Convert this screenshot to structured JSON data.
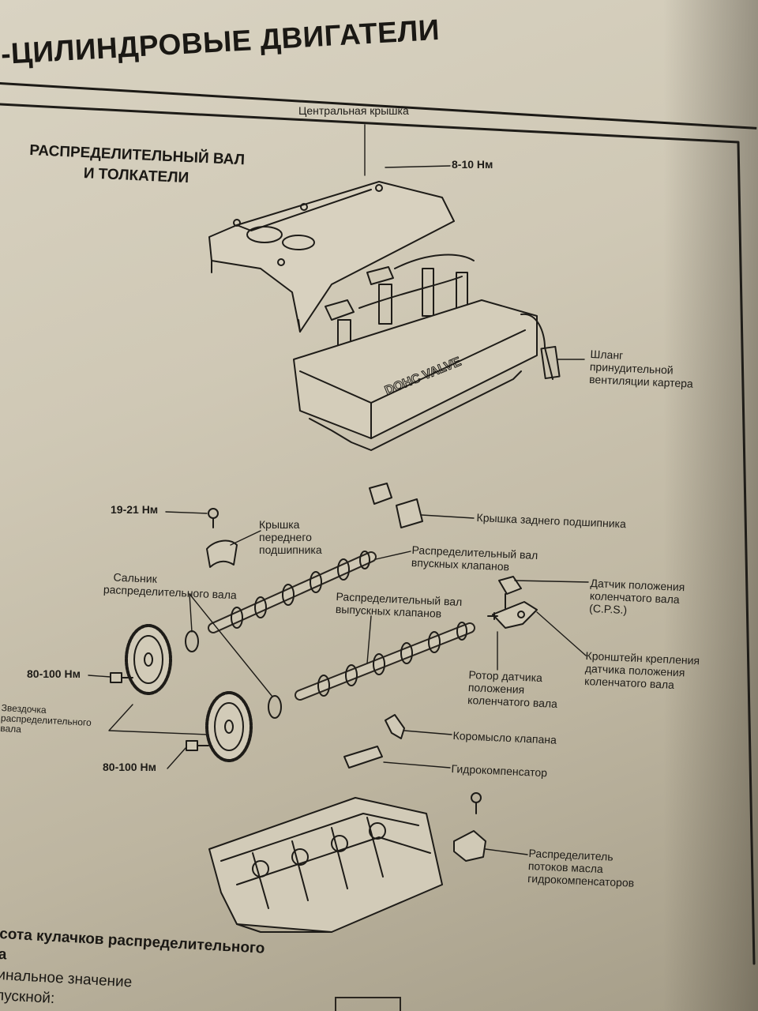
{
  "header": {
    "title": "-ЦИЛИНДРОВЫЕ ДВИГАТЕЛИ"
  },
  "section": {
    "title_line1": "РАСПРЕДЕЛИТЕЛЬНЫЙ ВАЛ",
    "title_line2": "И ТОЛКАТЕЛИ"
  },
  "labels": {
    "central_cover": "Центральная крышка",
    "torque_top": "8-10 Нм",
    "pcv_hose_1": "Шланг",
    "pcv_hose_2": "принудительной",
    "pcv_hose_3": "вентиляции картера",
    "rear_bearing_cap": "Крышка заднего подшипника",
    "torque_19_21": "19-21 Нм",
    "front_cap_1": "Крышка",
    "front_cap_2": "переднего",
    "front_cap_3": "подшипника",
    "intake_cam_1": "Распределительный вал",
    "intake_cam_2": "впускных клапанов",
    "seal_1": "Сальник",
    "seal_2": "распределительного вала",
    "exhaust_cam_1": "Распределительный вал",
    "exhaust_cam_2": "выпускных клапанов",
    "cps_1": "Датчик положения",
    "cps_2": "коленчатого вала",
    "cps_3": "(C.P.S.)",
    "bracket_1": "Кронштейн крепления",
    "bracket_2": "датчика положения",
    "bracket_3": "коленчатого вала",
    "rotor_1": "Ротор датчика",
    "rotor_2": "положения",
    "rotor_3": "коленчатого вала",
    "torque_80_100_a": "80-100 Нм",
    "sprocket_1": "Звездочка",
    "sprocket_2": "распределительного",
    "sprocket_3": "вала",
    "torque_80_100_b": "80-100 Нм",
    "rocker_arm": "Коромысло клапана",
    "lash_adjuster": "Гидрокомпенсатор",
    "oil_dist_1": "Распределитель",
    "oil_dist_2": "потоков масла",
    "oil_dist_3": "гидрокомпенсаторов",
    "valve_cover_text": "DOHC VALVE"
  },
  "footer": {
    "line1": "сота кулачков распределительного",
    "line2": "а",
    "line3": "инальное значение",
    "line4": "пускной:"
  },
  "colors": {
    "ink": "#1e1c18",
    "paper": "#d2cbb8"
  }
}
